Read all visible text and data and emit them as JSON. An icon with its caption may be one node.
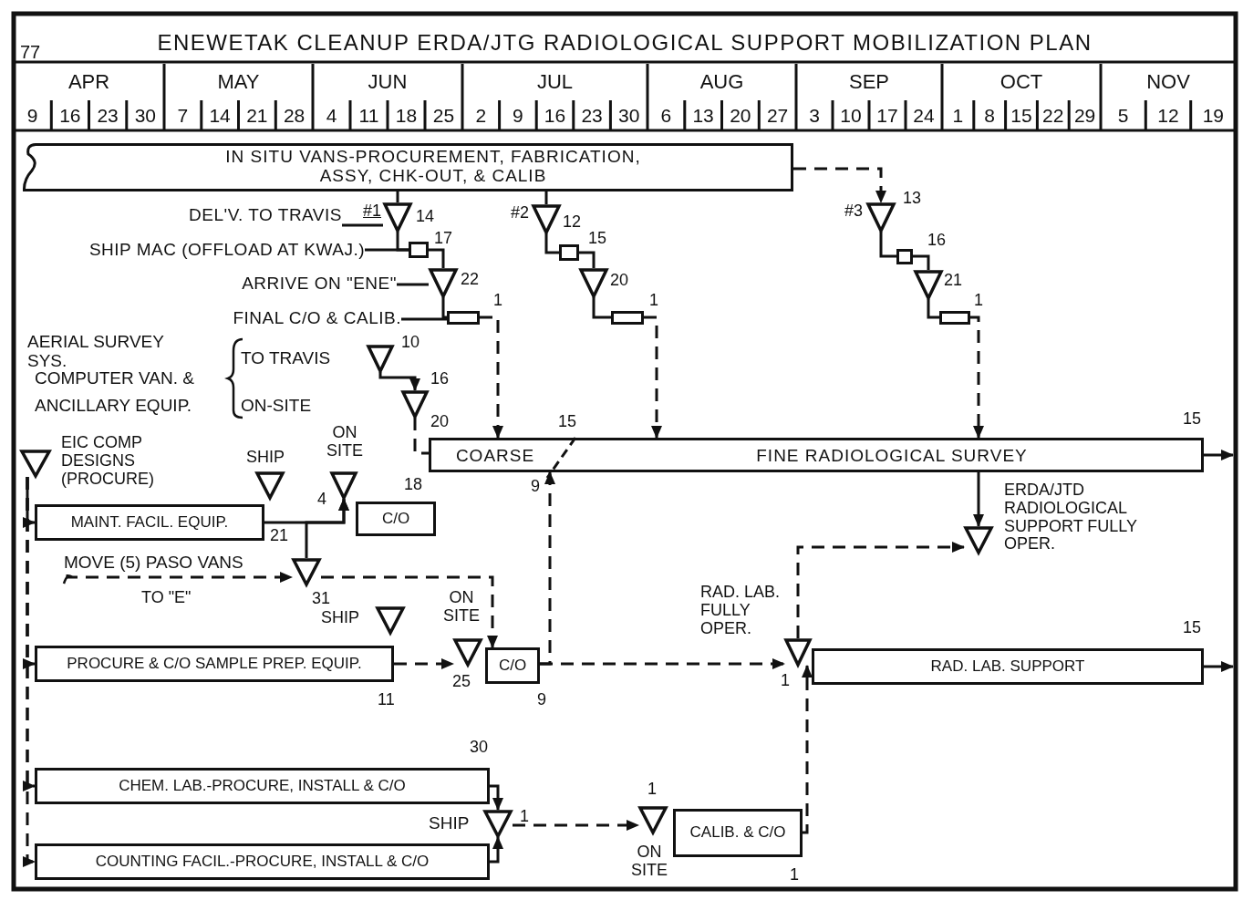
{
  "diagram": {
    "title": "ENEWETAK CLEANUP ERDA/JTG RADIOLOGICAL SUPPORT MOBILIZATION PLAN",
    "nodes": [
      {
        "text": [
          "IN SITU VANS-PROCUREMENT, FABRICATION, ASSY, CHK-OUT, & CALIB"
        ]
      },
      {
        "text": [
          "DEL'V. TO TRAVIS"
        ]
      },
      {
        "text": [],
        "shape": "triangle",
        "beside": [
          "#1",
          "14"
        ]
      },
      {
        "text": [
          "SHIP MAC (OFFLOAD AT KWAJ.)"
        ]
      },
      {
        "text": [],
        "shape": "box",
        "beside": [
          "17"
        ]
      },
      {
        "text": [
          "ARRIVE ON \"ENE\""
        ]
      },
      {
        "text": [],
        "shape": "triangle",
        "beside": [
          "22"
        ]
      },
      {
        "text": [
          "FINAL C/O & CALIB."
        ]
      },
      {
        "text": [],
        "shape": "box",
        "beside": [
          "1"
        ]
      },
      {
        "text": [],
        "shape": "triangle",
        "beside": [
          "#2",
          "12"
        ]
      },
      {
        "text": [],
        "shape": "box",
        "beside": [
          "15"
        ]
      },
      {
        "text": [],
        "shape": "triangle",
        "beside": [
          "20"
        ]
      },
      {
        "text": [],
        "shape": "box",
        "beside": [
          "1"
        ]
      },
      {
        "text": [],
        "shape": "triangle",
        "beside": [
          "#3",
          "13"
        ]
      },
      {
        "text": [],
        "shape": "box",
        "beside": [
          "16"
        ]
      },
      {
        "text": [],
        "shape": "triangle",
        "beside": [
          "21"
        ]
      },
      {
        "text": [],
        "shape": "box",
        "beside": [
          "1"
        ]
      },
      {
        "text": [],
        "shape": "triangle",
        "beside": [
          "10"
        ]
      },
      {
        "text": [],
        "shape": "triangle",
        "beside": [
          "16"
        ]
      },
      {
        "text": [
          "COARSE",
          "FINE RADIOLOGICAL SURVEY"
        ],
        "beside": [
          "20",
          "15",
          "9",
          "15"
        ]
      },
      {
        "text": [],
        "shape": "triangle",
        "beside": [
          "EIC COMP DESIGNS (PROCURE)"
        ]
      },
      {
        "text": [
          "MAINT. FACIL. EQUIP."
        ],
        "beside": [
          "21"
        ]
      },
      {
        "text": [],
        "shape": "triangle",
        "beside": [
          "SHIP"
        ]
      },
      {
        "text": [],
        "shape": "triangle",
        "beside": [
          "ON SITE",
          "4"
        ]
      },
      {
        "text": [
          "C/O"
        ],
        "beside": [
          "18"
        ]
      },
      {
        "text": [],
        "shape": "triangle",
        "beside": [
          "31"
        ]
      },
      {
        "text": [],
        "shape": "triangle",
        "beside": [
          "SHIP"
        ]
      },
      {
        "text": [
          "PROCURE & C/O SAMPLE PREP. EQUIP."
        ],
        "beside": [
          "11"
        ]
      },
      {
        "text": [],
        "shape": "triangle",
        "beside": [
          "ON SITE",
          "25"
        ]
      },
      {
        "text": [
          "C/O"
        ],
        "beside": [
          "9"
        ]
      },
      {
        "text": [],
        "shape": "triangle",
        "beside": [
          "RAD. LAB. FULLY OPER.",
          "1"
        ]
      },
      {
        "text": [],
        "shape": "triangle",
        "beside": [
          "ERDA/JTD RADIOLOGICAL SUPPORT FULLY OPER."
        ]
      },
      {
        "text": [
          "RAD. LAB. SUPPORT"
        ],
        "beside": [
          "15"
        ]
      },
      {
        "text": [
          "CHEM. LAB.-PROCURE, INSTALL & C/O"
        ],
        "beside": [
          "30"
        ]
      },
      {
        "text": [],
        "shape": "triangle",
        "beside": [
          "1"
        ]
      },
      {
        "text": [
          "COUNTING FACIL.-PROCURE, INSTALL & C/O"
        ]
      },
      {
        "text": [],
        "shape": "triangle",
        "beside": [
          "1",
          "ON SITE"
        ]
      },
      {
        "text": [
          "CALIB. & C/O"
        ],
        "beside": [
          "1"
        ]
      },
      {
        "text": [
          "MOVE (5) PASO VANS"
        ],
        "beside": [
          "TO \"E\""
        ]
      }
    ],
    "edges": [
      {
        "from": 0,
        "to": 2,
        "arrow": "none"
      },
      {
        "from": 1,
        "to": 2,
        "arrow": "none"
      },
      {
        "from": 2,
        "to": 4,
        "arrow": "none"
      },
      {
        "from": 3,
        "to": 4,
        "arrow": "none"
      },
      {
        "from": 4,
        "to": 6,
        "arrow": "none"
      },
      {
        "from": 5,
        "to": 6,
        "arrow": "none"
      },
      {
        "from": 6,
        "to": 8,
        "arrow": "none"
      },
      {
        "from": 7,
        "to": 8,
        "arrow": "none"
      },
      {
        "from": 8,
        "to": 19,
        "arrow": "to",
        "style": "dashed"
      },
      {
        "from": 0,
        "to": 9,
        "arrow": "none"
      },
      {
        "from": 9,
        "to": 10,
        "arrow": "none"
      },
      {
        "from": 10,
        "to": 11,
        "arrow": "none"
      },
      {
        "from": 11,
        "to": 12,
        "arrow": "none"
      },
      {
        "from": 12,
        "to": 19,
        "arrow": "to",
        "style": "dashed"
      },
      {
        "from": 0,
        "to": 13,
        "arrow": "to",
        "style": "dashed"
      },
      {
        "from": 13,
        "to": 14,
        "arrow": "none"
      },
      {
        "from": 14,
        "to": 15,
        "arrow": "none"
      },
      {
        "from": 15,
        "to": 16,
        "arrow": "none"
      },
      {
        "from": 16,
        "to": 19,
        "arrow": "to",
        "style": "dashed"
      },
      {
        "from": 17,
        "to": 18,
        "arrow": "to"
      },
      {
        "from": 18,
        "to": 19,
        "arrow": "none",
        "style": "dashed"
      },
      {
        "from": 19,
        "to": null,
        "arrow": "to"
      },
      {
        "from": 19,
        "to": 31,
        "arrow": "to"
      },
      {
        "from": 20,
        "to": 21,
        "arrow": "to"
      },
      {
        "from": 20,
        "to": 27,
        "arrow": "to",
        "style": "dashed"
      },
      {
        "from": 20,
        "to": 33,
        "arrow": "to",
        "style": "dashed"
      },
      {
        "from": 20,
        "to": 35,
        "arrow": "to",
        "style": "dashed"
      },
      {
        "from": 21,
        "to": 23,
        "arrow": "to"
      },
      {
        "from": 25,
        "to": 23,
        "arrow": "to"
      },
      {
        "from": 38,
        "to": 25,
        "arrow": "to",
        "style": "dashed"
      },
      {
        "from": 25,
        "to": 29,
        "arrow": "to",
        "style": "dashed"
      },
      {
        "from": 27,
        "to": 28,
        "arrow": "to",
        "style": "dashed"
      },
      {
        "from": 29,
        "to": 19,
        "arrow": "to",
        "style": "dashed"
      },
      {
        "from": 29,
        "to": 30,
        "arrow": "to",
        "style": "dashed"
      },
      {
        "from": 30,
        "to": 31,
        "arrow": "to",
        "style": "dashed"
      },
      {
        "from": 32,
        "to": null,
        "arrow": "to"
      },
      {
        "from": 33,
        "to": 34,
        "arrow": "to"
      },
      {
        "from": 35,
        "to": 34,
        "arrow": "to"
      },
      {
        "from": 34,
        "to": 36,
        "arrow": "to",
        "style": "dashed"
      },
      {
        "from": 37,
        "to": 30,
        "arrow": "to",
        "style": "dashed"
      }
    ],
    "labels": [
      "77",
      "APR",
      "MAY",
      "JUN",
      "JUL",
      "AUG",
      "SEP",
      "OCT",
      "NOV",
      "9",
      "16",
      "23",
      "30",
      "7",
      "14",
      "21",
      "28",
      "4",
      "11",
      "18",
      "25",
      "2",
      "9",
      "16",
      "23",
      "30",
      "6",
      "13",
      "20",
      "27",
      "3",
      "10",
      "17",
      "24",
      "1",
      "8",
      "15",
      "22",
      "29",
      "5",
      "12",
      "19",
      "AERIAL SURVEY SYS.",
      "COMPUTER VAN. &",
      "ANCILLARY EQUIP.",
      "TO TRAVIS",
      "ON-SITE",
      "SHIP"
    ]
  }
}
